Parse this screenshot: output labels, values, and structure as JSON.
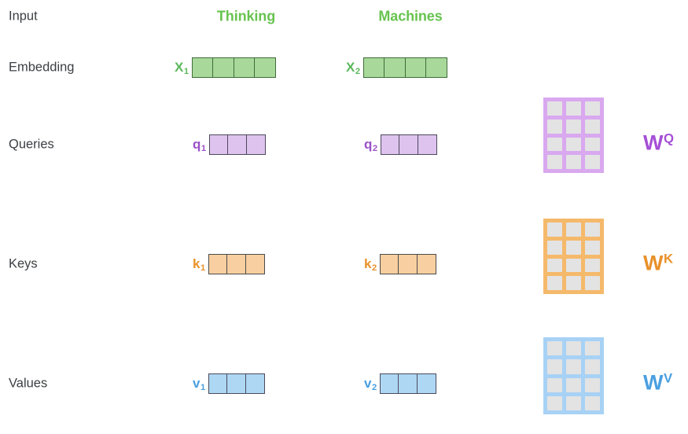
{
  "theme": {
    "background": "#ffffff",
    "label_color": "#3c4043",
    "green": "#67c34f",
    "embedding_fill": "#a8d99a",
    "embedding_border": "#3f6b3a",
    "purple": "#9b51c9",
    "query_fill": "#dfc3ef",
    "orange": "#e8912a",
    "key_fill": "#f8cfa0",
    "blue": "#4a9fe0",
    "value_fill": "#aed7f4",
    "matrix_cell": "#e3e3e3",
    "matrix_q_grid": "#d9a8ef",
    "matrix_k_grid": "#f5b96b",
    "matrix_v_grid": "#a8d2f5"
  },
  "rows": [
    {
      "id": "input",
      "label": "Input"
    },
    {
      "id": "embedding",
      "label": "Embedding"
    },
    {
      "id": "queries",
      "label": "Queries"
    },
    {
      "id": "keys",
      "label": "Keys"
    },
    {
      "id": "values",
      "label": "Values"
    }
  ],
  "columns": [
    {
      "id": "token-1",
      "word": "Thinking"
    },
    {
      "id": "token-2",
      "word": "Machines"
    }
  ],
  "vectors": {
    "embedding": [
      {
        "name": "X",
        "subscript": "1",
        "cells": 4
      },
      {
        "name": "X",
        "subscript": "2",
        "cells": 4
      }
    ],
    "queries": [
      {
        "name": "q",
        "subscript": "1",
        "cells": 3
      },
      {
        "name": "q",
        "subscript": "2",
        "cells": 3
      }
    ],
    "keys": [
      {
        "name": "k",
        "subscript": "1",
        "cells": 3
      },
      {
        "name": "k",
        "subscript": "2",
        "cells": 3
      }
    ],
    "values": [
      {
        "name": "v",
        "subscript": "1",
        "cells": 3
      },
      {
        "name": "v",
        "subscript": "2",
        "cells": 3
      }
    ]
  },
  "weights": [
    {
      "id": "wq",
      "name": "W",
      "superscript": "Q",
      "rows": 4,
      "cols": 3
    },
    {
      "id": "wk",
      "name": "W",
      "superscript": "K",
      "rows": 4,
      "cols": 3
    },
    {
      "id": "wv",
      "name": "W",
      "superscript": "V",
      "rows": 4,
      "cols": 3
    }
  ]
}
